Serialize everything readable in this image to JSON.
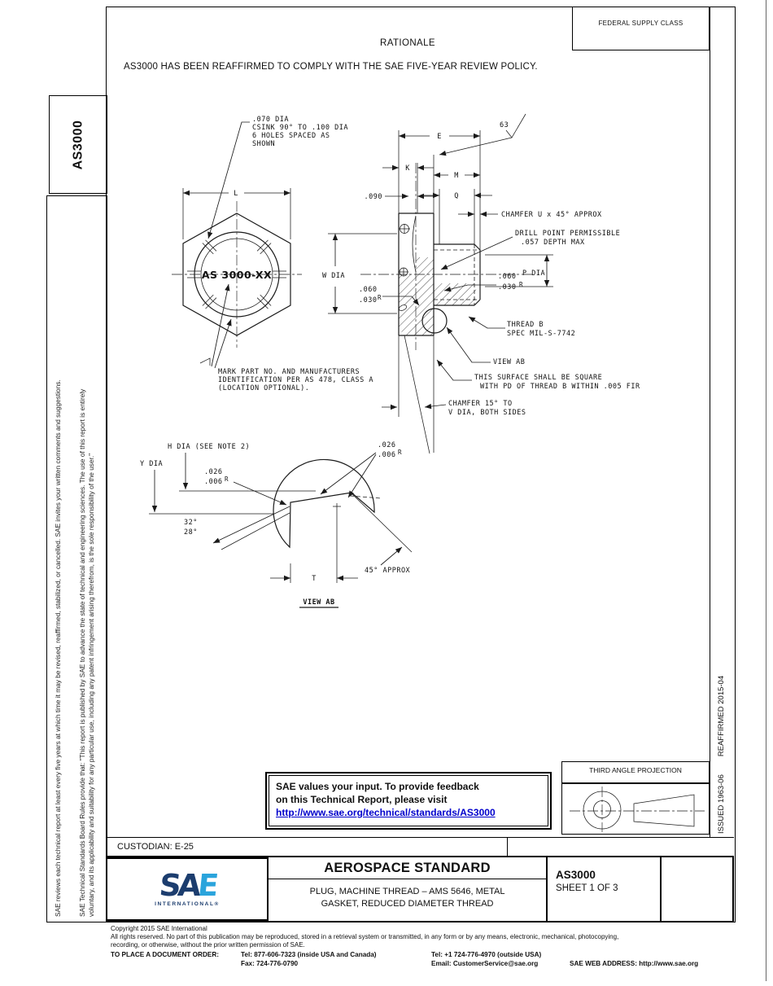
{
  "page": {
    "federal_supply_class": "FEDERAL SUPPLY CLASS",
    "rationale_title": "RATIONALE",
    "rationale_body": "AS3000 HAS BEEN REAFFIRMED TO COMPLY WITH THE SAE FIVE-YEAR REVIEW POLICY.",
    "doc_tab": "AS3000",
    "sidebar_notice_1a": "SAE Technical Standards Board Rules provide that: \"This report is published by SAE to advance the state of technical and engineering sciences. The use of this report is entirely",
    "sidebar_notice_1b": "voluntary, and its applicability and suitability for any particular use, including any patent infringement arising therefrom, is the sole responsibility of the user.\"",
    "sidebar_notice_2": "SAE reviews each technical report at least every five years at which time it may be revised, reaffirmed, stabilized, or cancelled. SAE invites your written comments and suggestions.",
    "issued": "ISSUED 1963-06",
    "reaffirmed": "REAFFIRMED 2015-04"
  },
  "drawing": {
    "csink1": ".070 DIA",
    "csink2": "CSINK 90° TO .100 DIA",
    "csink3": "6 HOLES SPACED AS",
    "csink4": "SHOWN",
    "dim_l": "L",
    "part_marking": "AS 3000-XX",
    "mark1": "MARK PART NO. AND MANUFACTURERS",
    "mark2": "IDENTIFICATION PER AS 478, CLASS A",
    "mark3": "(LOCATION OPTIONAL).",
    "dim_e": "E",
    "dim_k": "K",
    "dim_m": "M",
    "dim_q": "Q",
    "dim_090": ".090",
    "finish": "63",
    "chamfer_u": "CHAMFER U x 45° APPROX",
    "drill1": "DRILL POINT PERMISSIBLE",
    "drill2": ".057 DEPTH MAX",
    "r_060": ".060",
    "r_030": ".030",
    "r_letter": "R",
    "p_dia": "P DIA",
    "w_dia": "W DIA",
    "thread1": "THREAD B",
    "thread2": "SPEC MIL-S-7742",
    "view_ab": "VIEW AB",
    "square1": "THIS SURFACE SHALL BE SQUARE",
    "square2": "WITH PD OF THREAD B WITHIN .005 FIR",
    "cham15a": "CHAMFER 15° TO",
    "cham15b": "V DIA, BOTH SIDES",
    "h_dia": "H DIA (SEE NOTE 2)",
    "y_dia": "Y DIA",
    "r_026": ".026",
    "r_006": ".006",
    "a32": "32°",
    "a28": "28°",
    "dim_t": "T",
    "approx45": "45° APPROX"
  },
  "projection": {
    "title": "THIRD ANGLE PROJECTION"
  },
  "feedback": {
    "line1": "SAE values your input. To provide feedback",
    "line2": "on this Technical Report, please visit",
    "link": "http://www.sae.org/technical/standards/AS3000"
  },
  "title_block": {
    "custodian": "CUSTODIAN: E-25",
    "logo_s": "S",
    "logo_a": "A",
    "logo_e": "E",
    "logo_sub": "INTERNATIONAL®",
    "standard_type": "AEROSPACE STANDARD",
    "title_line1": "PLUG, MACHINE THREAD – AMS 5646, METAL",
    "title_line2": "GASKET, REDUCED DIAMETER THREAD",
    "doc_number": "AS3000",
    "sheet": "SHEET 1 OF 3"
  },
  "footer": {
    "copyright1": "Copyright 2015 SAE International",
    "copyright2": "All rights reserved. No part of this publication may be reproduced, stored in a retrieval system or transmitted, in any form or by any means, electronic, mechanical, photocopying,",
    "copyright3": "recording, or otherwise, without the prior written permission of SAE.",
    "order_label": "TO PLACE A DOCUMENT ORDER:",
    "tel_inside": "Tel: 877-606-7323 (inside USA and Canada)",
    "fax": "Fax: 724-776-0790",
    "tel_outside": "Tel: +1 724-776-4970 (outside USA)",
    "email": "Email: CustomerService@sae.org",
    "web": "SAE WEB ADDRESS: http://www.sae.org"
  },
  "colors": {
    "link": "#0000cc",
    "logo_navy": "#1c3d6e",
    "logo_blue": "#2aa4dc"
  }
}
